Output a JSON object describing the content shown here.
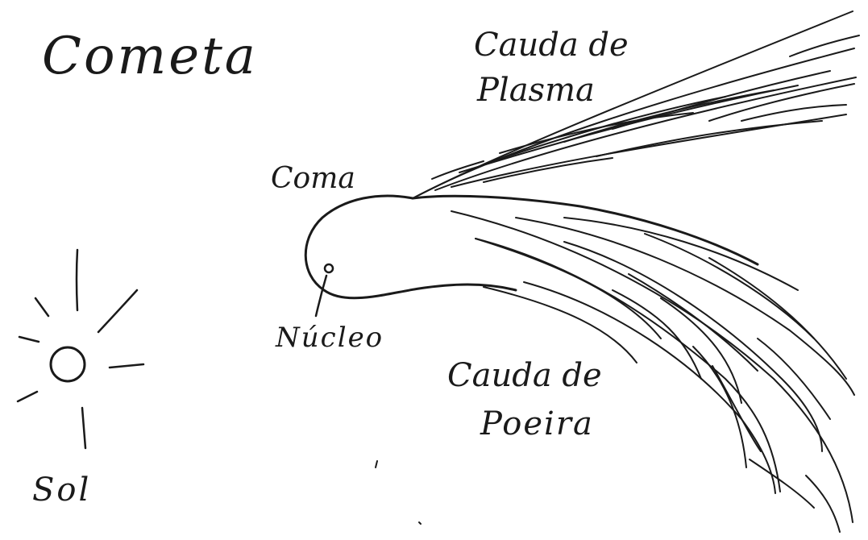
{
  "diagram": {
    "title": "Cometa",
    "labels": {
      "plasma_tail_line1": "Cauda de",
      "plasma_tail_line2": "Plasma",
      "coma": "Coma",
      "nucleus": "Núcleo",
      "dust_tail_line1": "Cauda de",
      "dust_tail_line2": "Poeira",
      "sun": "Sol"
    },
    "style": {
      "ink_color": "#1a1a1a",
      "background": "#ffffff"
    }
  }
}
